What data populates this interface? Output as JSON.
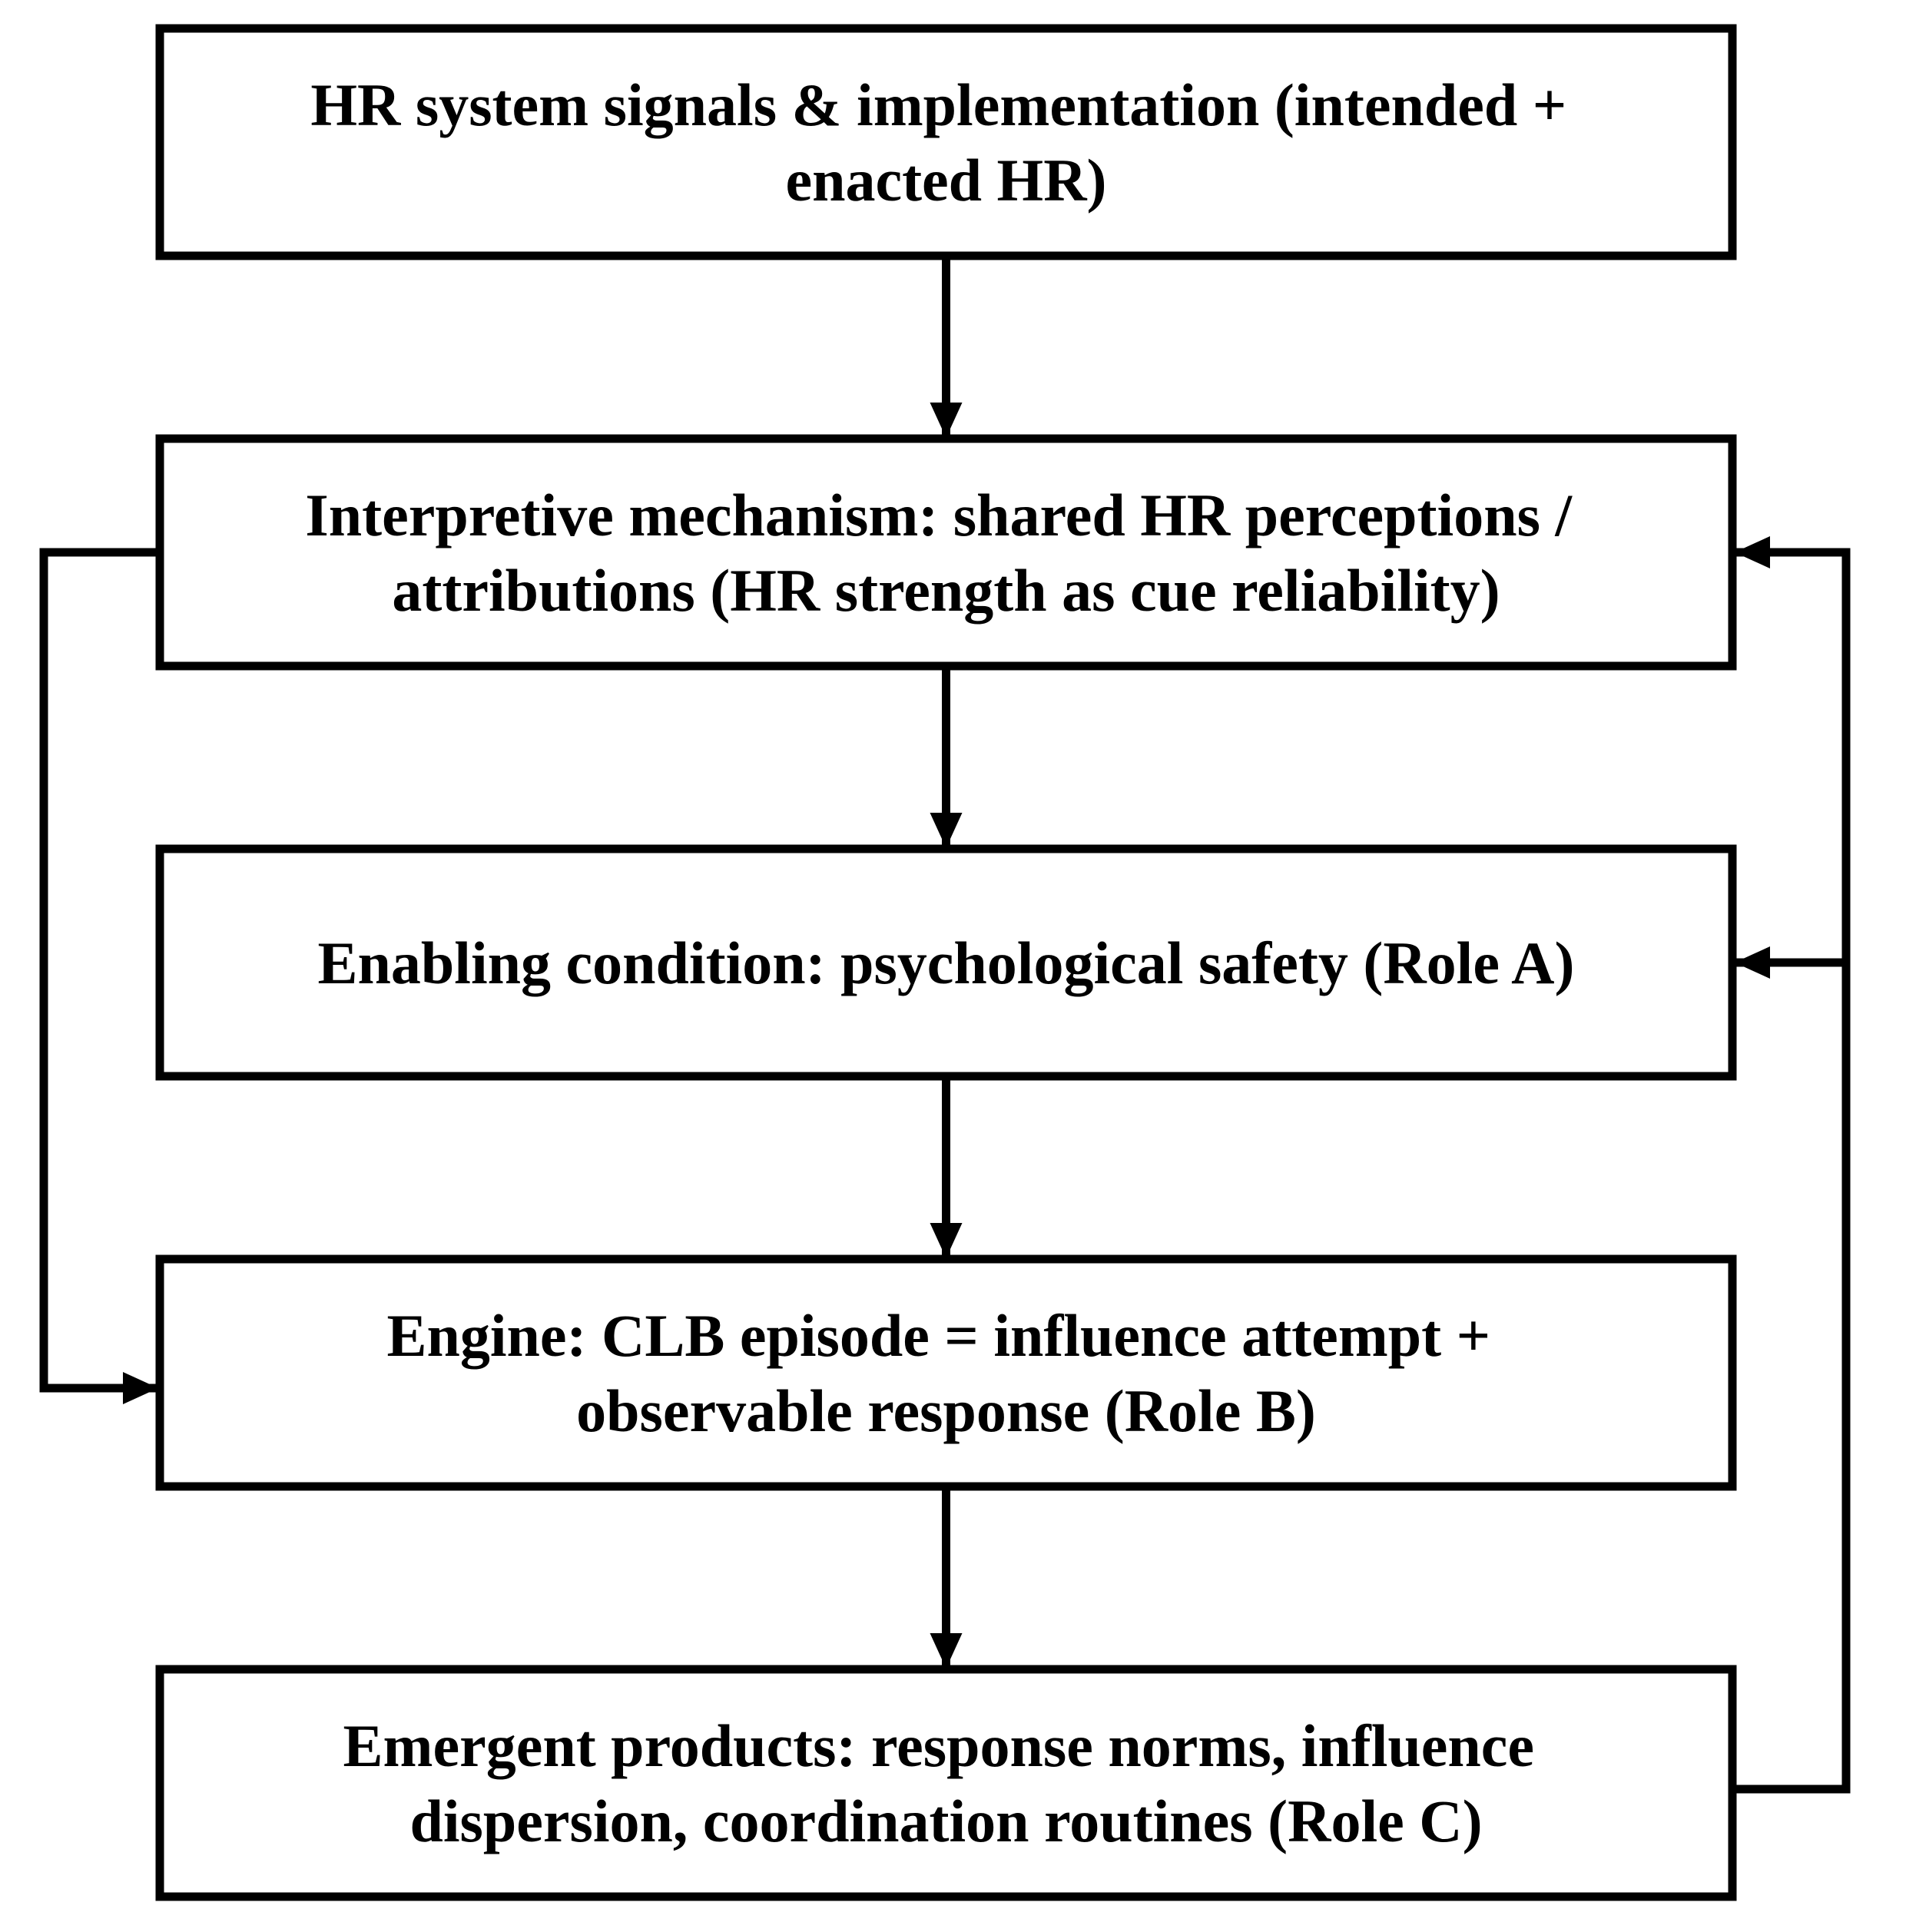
{
  "diagram": {
    "type": "flowchart",
    "colors": {
      "stroke": "#000000",
      "background": "#ffffff",
      "text": "#000000"
    },
    "nodes": [
      {
        "id": "hr-system-signals",
        "lines": [
          "HR system signals & implementation (intended +",
          "enacted HR)"
        ]
      },
      {
        "id": "interpretive-mechanism",
        "lines": [
          "Interpretive mechanism: shared HR perceptions /",
          "attributions (HR strength as cue reliability)"
        ]
      },
      {
        "id": "enabling-condition",
        "lines": [
          "Enabling condition: psychological safety (Role A)"
        ]
      },
      {
        "id": "engine",
        "lines": [
          "Engine: CLB episode = influence attempt +",
          "observable response (Role B)"
        ]
      },
      {
        "id": "emergent-products",
        "lines": [
          "Emergent products: response norms, influence",
          "dispersion, coordination routines (Role C)"
        ]
      }
    ],
    "edges": [
      {
        "from": "hr-system-signals",
        "to": "interpretive-mechanism"
      },
      {
        "from": "interpretive-mechanism",
        "to": "enabling-condition"
      },
      {
        "from": "enabling-condition",
        "to": "engine"
      },
      {
        "from": "engine",
        "to": "emergent-products"
      },
      {
        "from": "interpretive-mechanism",
        "to": "engine",
        "route": "left"
      },
      {
        "from": "emergent-products",
        "to": "interpretive-mechanism",
        "route": "right"
      },
      {
        "from": "emergent-products",
        "to": "enabling-condition",
        "route": "right"
      }
    ]
  }
}
